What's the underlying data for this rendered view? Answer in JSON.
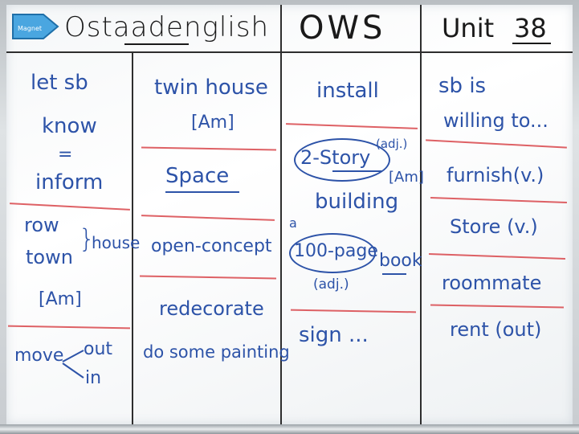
{
  "header": {
    "logo_text": "Ostaadenglish",
    "center_text": "OWS",
    "unit_label": "Unit",
    "unit_number": "38"
  },
  "sticker": {
    "icon": "arrow-tag-icon",
    "text": "Magnet"
  },
  "columns": [
    {
      "items": [
        "let sb",
        "know",
        "=",
        "inform",
        "row",
        "town",
        "house",
        "[Am]",
        "move",
        "out",
        "in"
      ]
    },
    {
      "items": [
        "twin house",
        "[Am]",
        "Space",
        "open-concept",
        "redecorate",
        "do some painting"
      ]
    },
    {
      "items": [
        "install",
        "2-Story",
        "(adj.)",
        "[Am]",
        "building",
        "a",
        "100-page",
        "book",
        "(adj.)",
        "sign ..."
      ]
    },
    {
      "items": [
        "sb is",
        "willing to...",
        "furnish(v.)",
        "Store (v.)",
        "roommate",
        "rent (out)"
      ]
    }
  ],
  "colors": {
    "marker_blue": "#2d53a8",
    "marker_black": "#1a1a1a",
    "marker_red": "#d8454a"
  }
}
